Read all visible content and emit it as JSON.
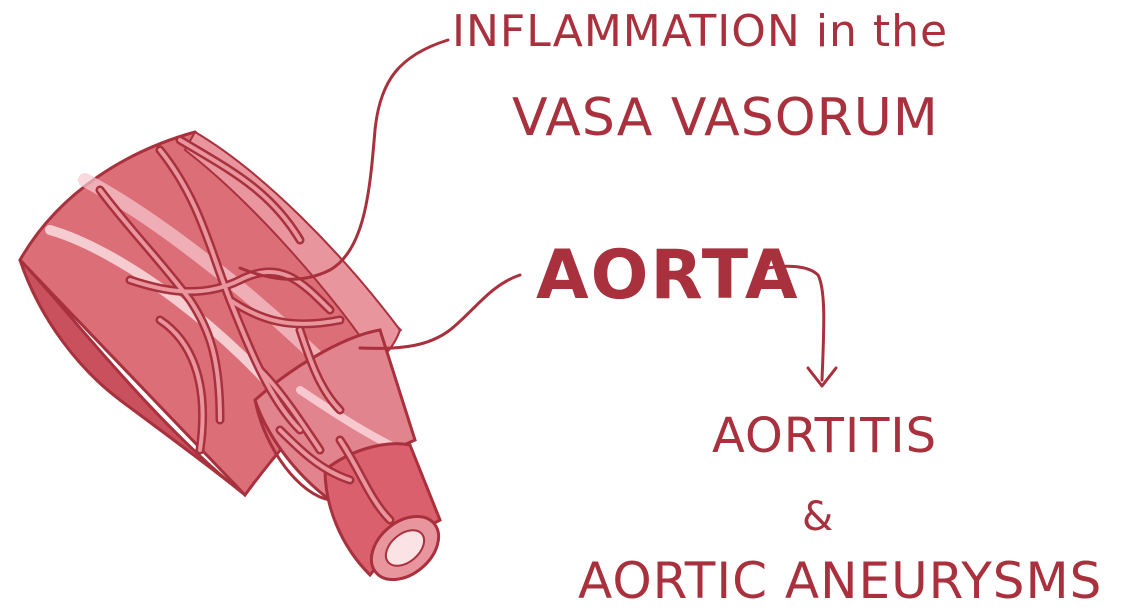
{
  "labels": {
    "inflammation": "INFLAMMATION in the",
    "vasa_vasorum": "VASA VASORUM",
    "aorta": "AORTA",
    "aortitis": "AORTITIS",
    "ampersand": "&",
    "aortic_aneurysms": "AORTIC ANEURYSMS"
  },
  "colors": {
    "ink": "#a8313d",
    "vessel_light": "#f0aeb4",
    "vessel_mid": "#d9606c",
    "vessel_dark": "#b8323f",
    "highlight": "#fbe3e5"
  }
}
